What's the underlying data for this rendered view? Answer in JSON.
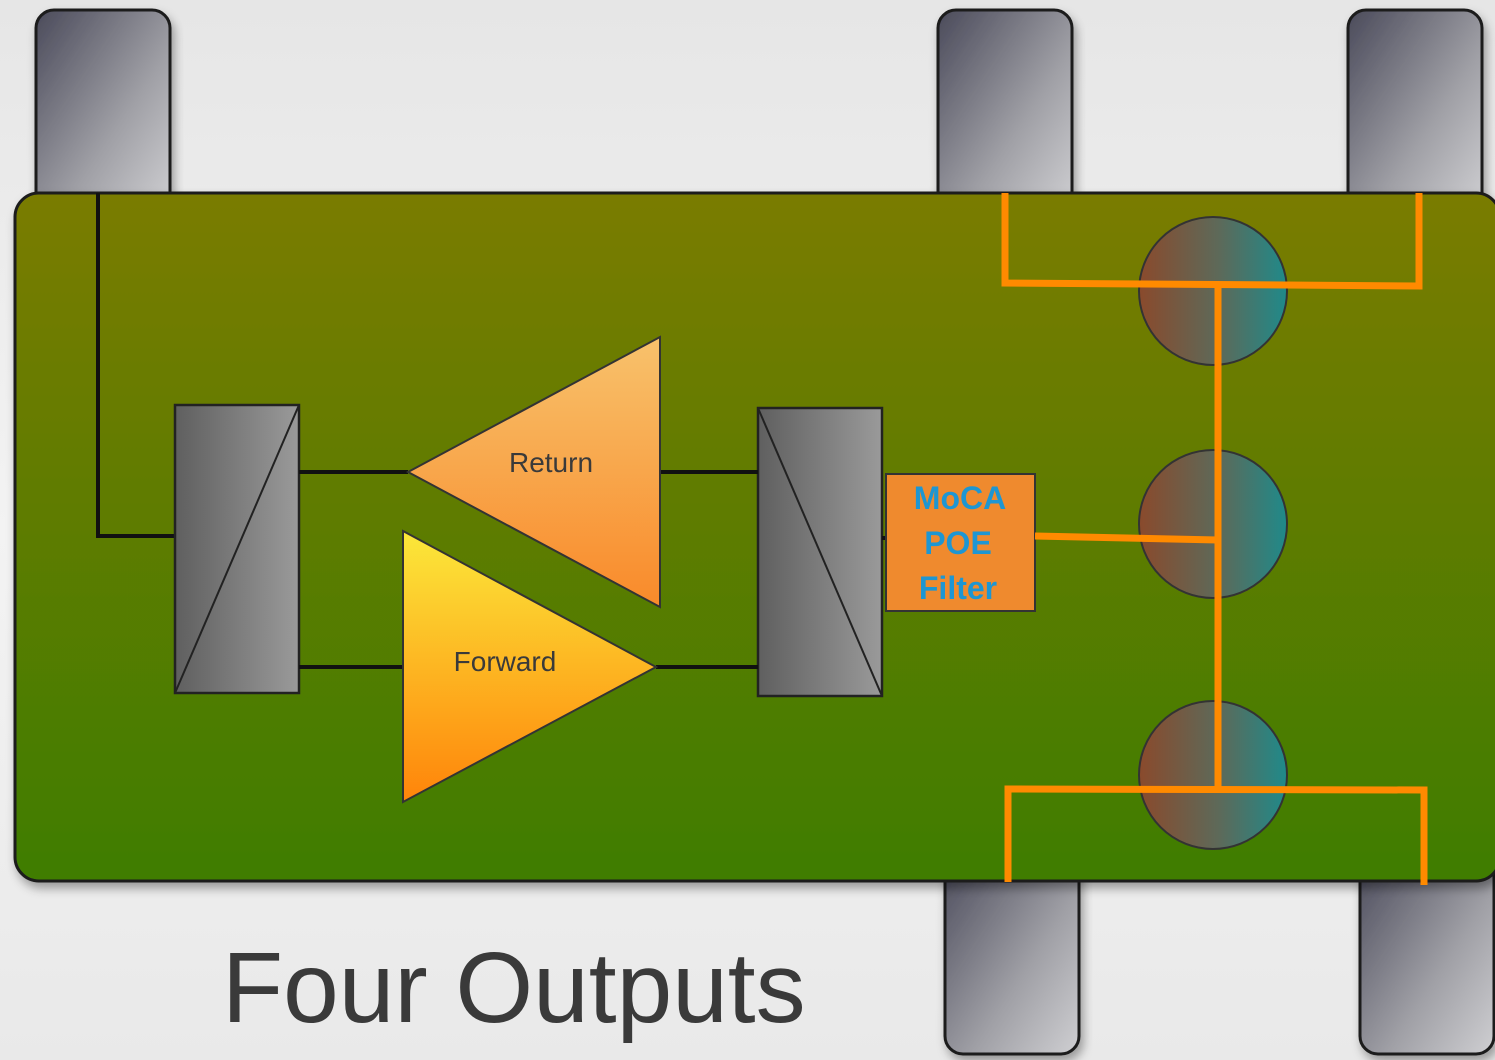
{
  "diagram": {
    "caption": "Four Outputs",
    "amplifiers": {
      "return_label": "Return",
      "forward_label": "Forward"
    },
    "filter": {
      "lines": [
        "MoCA",
        "POE",
        "Filter"
      ]
    },
    "ports": {
      "top_count": 3,
      "bottom_count": 2
    },
    "splitter_nodes": 3,
    "colors": {
      "board_top": "#7a7c05",
      "board_bottom": "#3f7d05",
      "wire_orange": "#ff8a00",
      "filter_fill": "#ef8a2e",
      "filter_text": "#1e96d2",
      "return_amp": "#f7b25c",
      "forward_amp": "#fde033"
    }
  }
}
